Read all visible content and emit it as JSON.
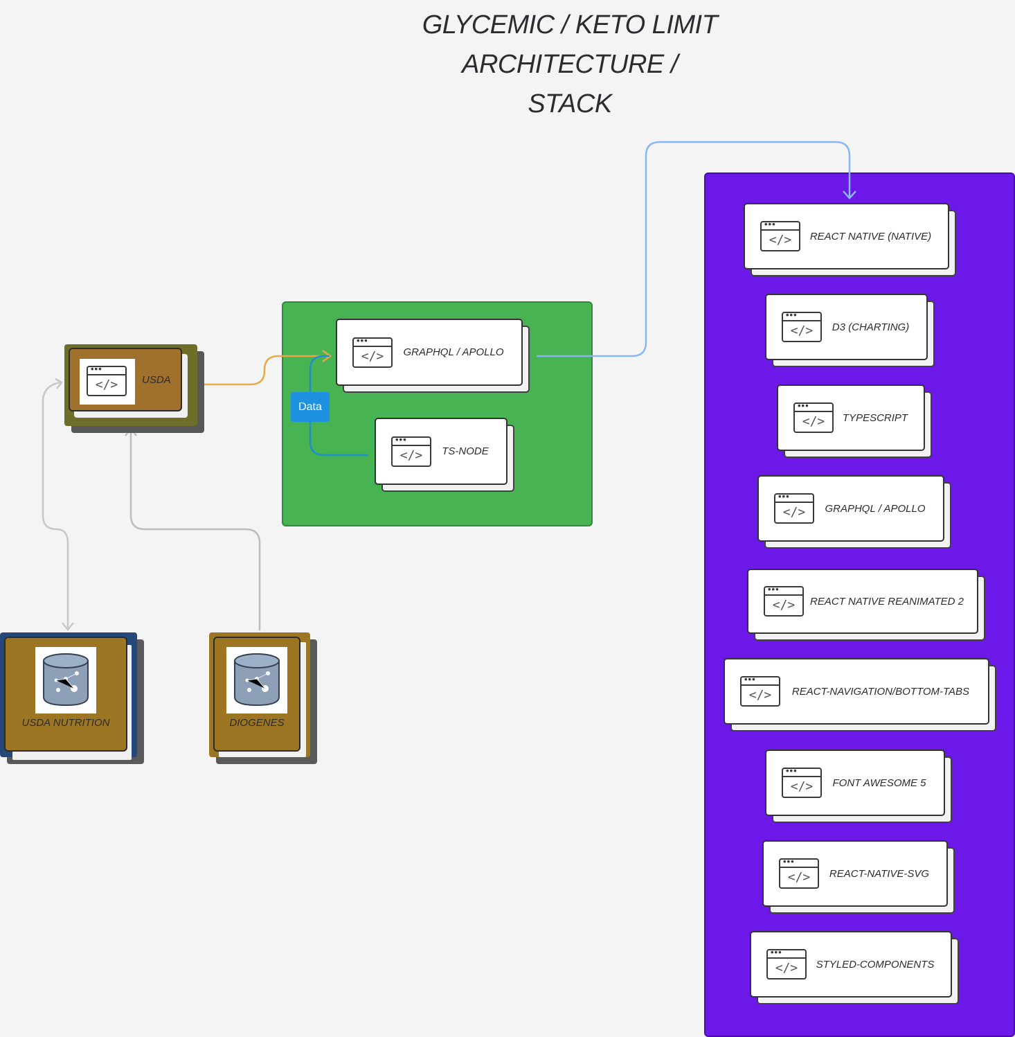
{
  "title": {
    "line1": "GLYCEMIC / KETO LIMIT",
    "line2": "ARCHITECTURE /",
    "line3": "STACK"
  },
  "colors": {
    "background": "#f4f4f4",
    "backend_group": "#48b352",
    "mobile_group": "#6b18e9",
    "usda_card": "#a0702d",
    "db_card": "#9c7622",
    "usda_nutrition_frame": "#25477a",
    "data_badge": "#1e90e0",
    "link_orange": "#e8a94a",
    "link_blue": "#8ab6f5",
    "link_gray": "#bdbdbd"
  },
  "usda": {
    "label": "USDA",
    "icon": "code-window-icon"
  },
  "databases": {
    "usda_nutrition": {
      "label": "USDA NUTRITION",
      "icon": "database-icon"
    },
    "diogenes": {
      "label": "DIOGENES",
      "icon": "database-icon"
    }
  },
  "backend": {
    "graphql": "GRAPHQL / APOLLO",
    "tsnode": "TS-NODE",
    "data_badge": "Data"
  },
  "mobile": {
    "items": [
      "REACT NATIVE (NATIVE)",
      "D3 (CHARTING)",
      "TYPESCRIPT",
      "GRAPHQL / APOLLO",
      "REACT NATIVE REANIMATED 2",
      "REACT-NAVIGATION/BOTTOM-TABS",
      "FONT AWESOME 5",
      "REACT-NATIVE-SVG",
      "STYLED-COMPONENTS"
    ]
  }
}
